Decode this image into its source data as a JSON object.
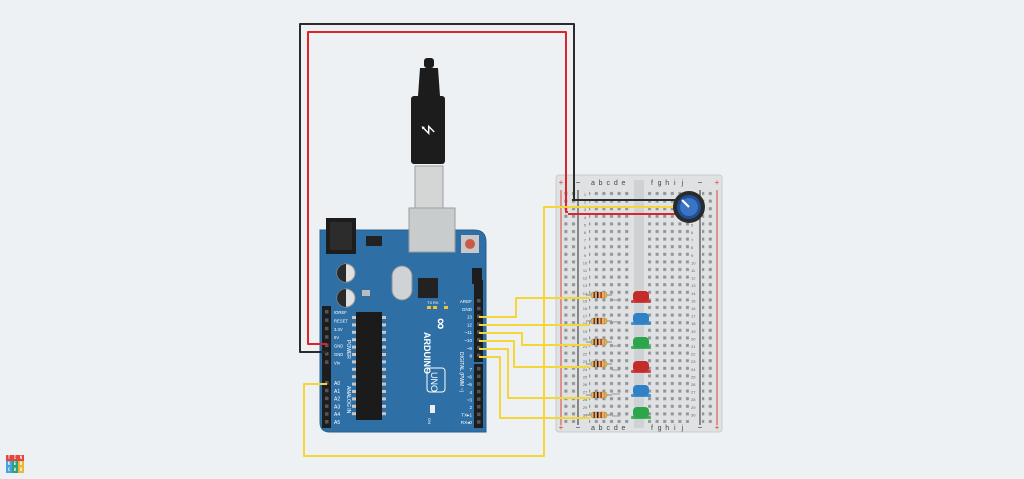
{
  "app": {
    "brand": "TINKERCAD",
    "brand_colors": [
      "#e2463c",
      "#47a3dd",
      "#2aa37c",
      "#eab53a"
    ]
  },
  "colors": {
    "board": "#2e6fa5",
    "board_dark": "#285f8e",
    "wire_red": "#e0232a",
    "wire_black": "#2b2b2b",
    "wire_yellow": "#f4d53a",
    "breadboard": "#dfe1e2",
    "led_red": "#c42c2c",
    "led_blue": "#2f82c6",
    "led_green": "#2ba64a",
    "knob": "#1e4f99"
  },
  "arduino": {
    "brand": "ARDUINO",
    "model": "UNO",
    "logo": "∞",
    "power_label": "POWER",
    "analog_label": "ANALOG IN",
    "power_pins": [
      "IOREF",
      "RESET",
      "3.3V",
      "5V",
      "GND",
      "GND",
      "Vin"
    ],
    "analog_pins": [
      "A0",
      "A1",
      "A2",
      "A3",
      "A4",
      "A5"
    ],
    "digital_label": "DIGITAL (PWM ~)",
    "digital_pins_top": [
      "AREF",
      "GND",
      "13",
      "12",
      "~11",
      "~10",
      "~9",
      "8"
    ],
    "digital_pins_bottom": [
      "7",
      "~6",
      "~5",
      "4",
      "~3",
      "2",
      "TX▸1",
      "RX◂0"
    ],
    "small_labels": {
      "tx": "TX",
      "rx": "RX",
      "l": "L",
      "on": "ON"
    }
  },
  "breadboard": {
    "columns_left": [
      "a",
      "b",
      "c",
      "d",
      "e"
    ],
    "columns_right": [
      "f",
      "g",
      "h",
      "i",
      "j"
    ],
    "rail_plus": "+",
    "rail_minus": "−",
    "row_numbers": [
      "1",
      "2",
      "3",
      "4",
      "5",
      "6",
      "7",
      "8",
      "9",
      "10",
      "11",
      "12",
      "13",
      "14",
      "15",
      "16",
      "17",
      "18",
      "19",
      "20",
      "21",
      "22",
      "23",
      "24",
      "25",
      "26",
      "27",
      "28",
      "29",
      "30"
    ]
  },
  "components": {
    "leds": [
      {
        "name": "led-1",
        "color": "red"
      },
      {
        "name": "led-2",
        "color": "blue"
      },
      {
        "name": "led-3",
        "color": "green"
      },
      {
        "name": "led-4",
        "color": "red"
      },
      {
        "name": "led-5",
        "color": "blue"
      },
      {
        "name": "led-6",
        "color": "green"
      }
    ],
    "resistor_count": 6,
    "potentiometer": "rotary-potentiometer",
    "usb_cable": "usb-b-cable"
  }
}
